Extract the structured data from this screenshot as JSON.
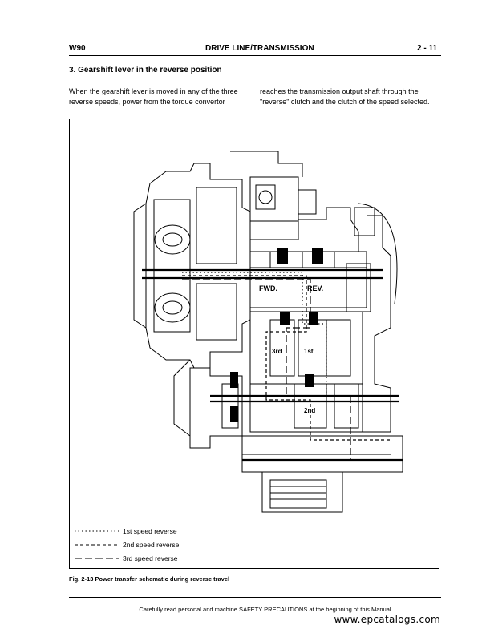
{
  "header": {
    "left": "W90",
    "center": "DRIVE LINE/TRANSMISSION",
    "right": "2 - 11"
  },
  "section_title": "3. Gearshift lever in the reverse position",
  "paragraph_left": [
    "When the gearshift lever is moved in any of the three",
    "reverse speeds, power from the torque convertor"
  ],
  "paragraph_right": [
    "reaches the transmission output shaft through the",
    "\"reverse\" clutch and the clutch of the speed selected."
  ],
  "diagram": {
    "labels": {
      "fwd": "FWD.",
      "rev": "REV.",
      "third": "3rd",
      "first": "1st",
      "second": "2nd"
    },
    "legend": [
      {
        "style": "dotted",
        "label": "1st speed reverse"
      },
      {
        "style": "short-dash",
        "label": "2nd speed reverse"
      },
      {
        "style": "long-dash",
        "label": "3rd speed reverse"
      }
    ]
  },
  "caption": "Fig. 2-13    Power transfer schematic during reverse travel",
  "footer": "Carefully read personal and machine SAFETY PRECAUTIONS at the beginning of this Manual",
  "watermark": "www.epcatalogs.com"
}
